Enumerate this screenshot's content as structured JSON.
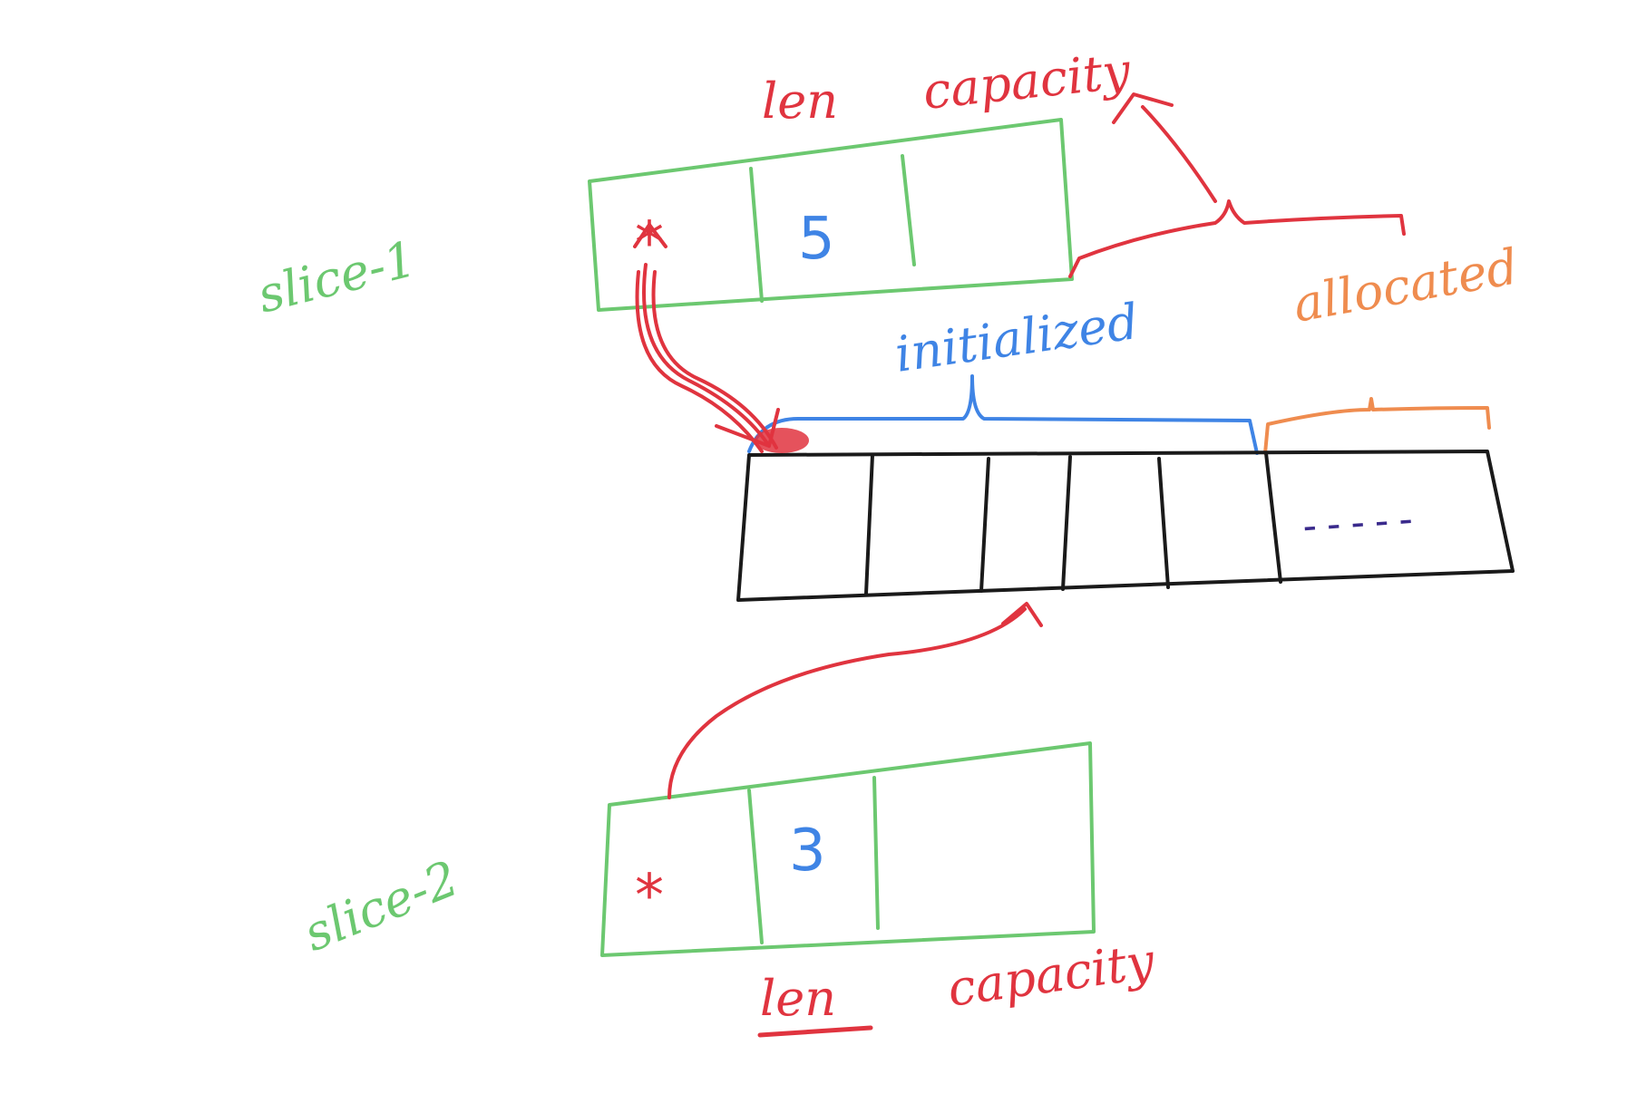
{
  "slice1": {
    "name": "slice-1",
    "pointer_symbol": "*",
    "len_value": "5",
    "field_labels": {
      "len": "len",
      "capacity": "capacity"
    }
  },
  "slice2": {
    "name": "slice-2",
    "pointer_symbol": "*",
    "len_value": "3",
    "field_labels": {
      "len": "len",
      "capacity": "capacity"
    }
  },
  "array": {
    "initialized_label": "initialized",
    "allocated_label": "allocated",
    "ellipsis": "-----"
  },
  "colors": {
    "slice": "#6cc870",
    "pointer": "#e0343f",
    "initialized": "#3f84e5",
    "allocated": "#ef8c4f",
    "array": "#1a1a1a",
    "ellipsis": "#3a2a8c"
  }
}
